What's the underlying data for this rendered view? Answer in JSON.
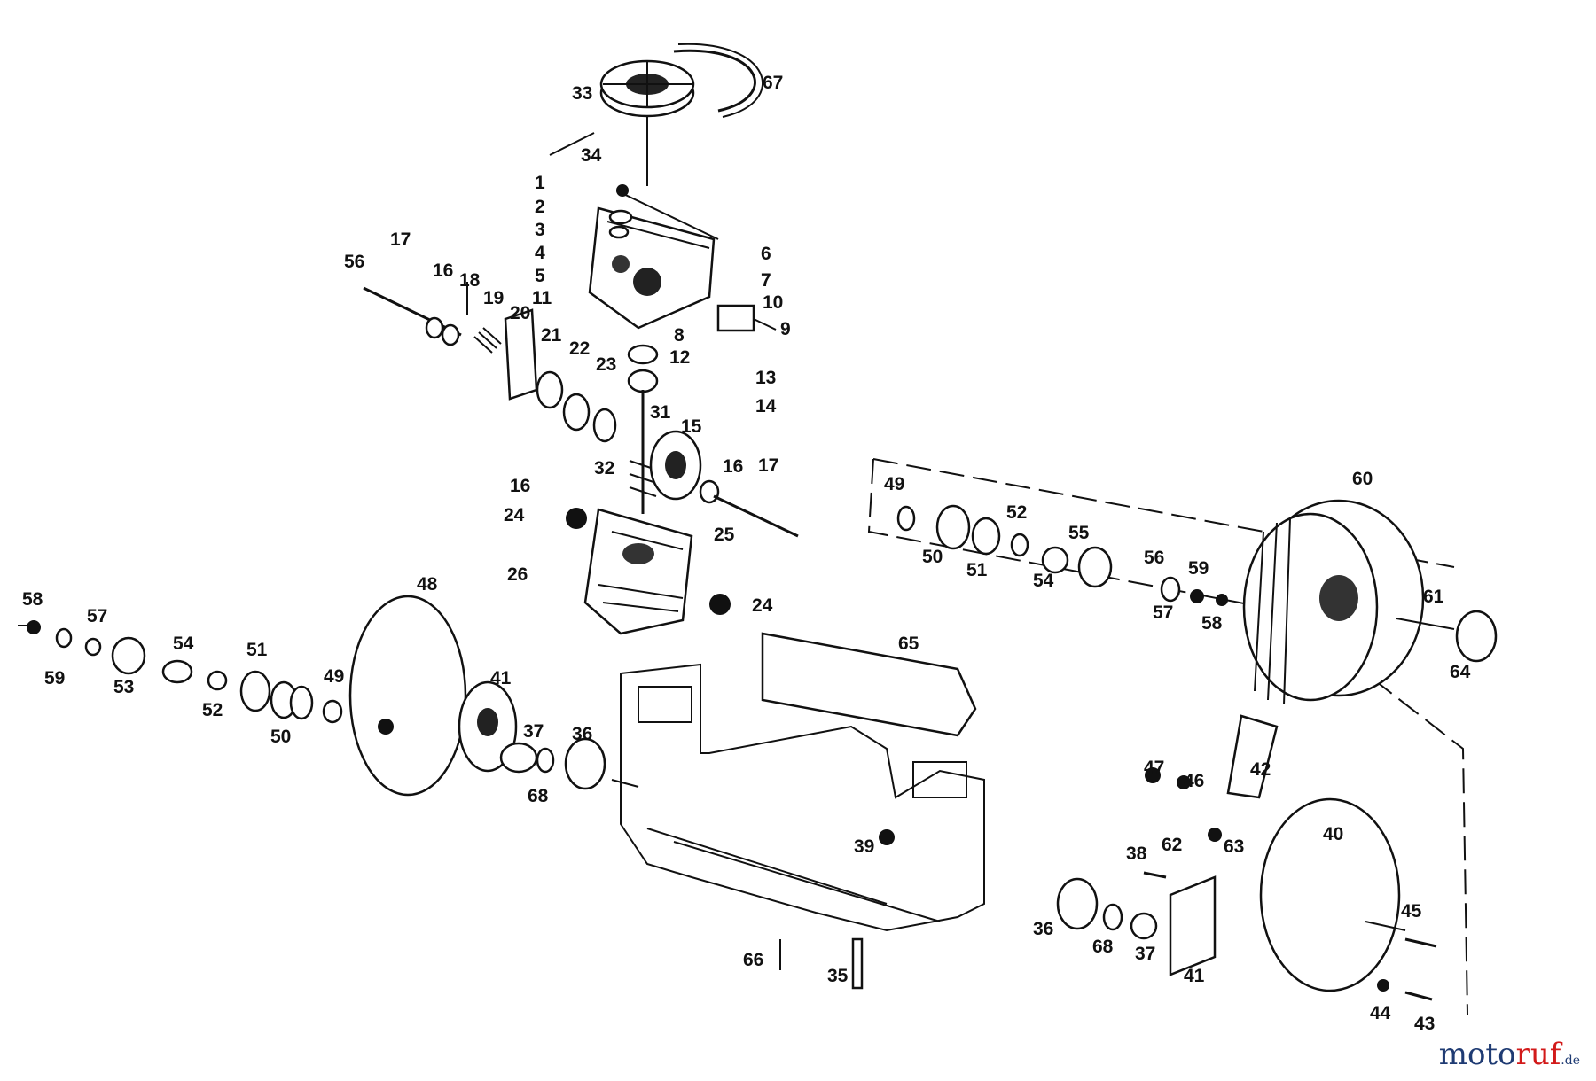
{
  "brand": {
    "part1": "moto",
    "part2": "ruf",
    "suffix": ".de"
  },
  "labels": [
    "1",
    "2",
    "3",
    "4",
    "5",
    "6",
    "7",
    "8",
    "9",
    "10",
    "11",
    "12",
    "13",
    "14",
    "15",
    "16",
    "16",
    "16",
    "17",
    "17",
    "18",
    "19",
    "20",
    "21",
    "22",
    "23",
    "24",
    "24",
    "25",
    "26",
    "31",
    "32",
    "33",
    "34",
    "35",
    "36",
    "36",
    "37",
    "37",
    "38",
    "39",
    "40",
    "41",
    "41",
    "42",
    "43",
    "44",
    "45",
    "46",
    "47",
    "48",
    "49",
    "49",
    "50",
    "50",
    "51",
    "51",
    "52",
    "52",
    "53",
    "54",
    "54",
    "55",
    "56",
    "56",
    "57",
    "57",
    "58",
    "58",
    "59",
    "59",
    "60",
    "61",
    "62",
    "63",
    "64",
    "65",
    "66",
    "67",
    "68",
    "68"
  ]
}
